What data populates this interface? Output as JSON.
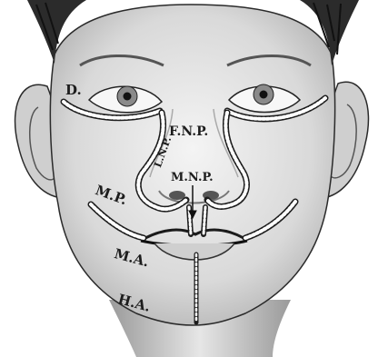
{
  "labels": {
    "d": "D.",
    "fnp": "F.N.P.",
    "lnp": "L.N.P.",
    "mnp": "M.N.P.",
    "mp": "M.P.",
    "ma": "M.A.",
    "ha": "H.A."
  },
  "colors": {
    "ink": "#1c1c1c",
    "shade": "#bdbdbd",
    "hair": "#2b2b2b",
    "suture_fill": "#ffffff"
  }
}
